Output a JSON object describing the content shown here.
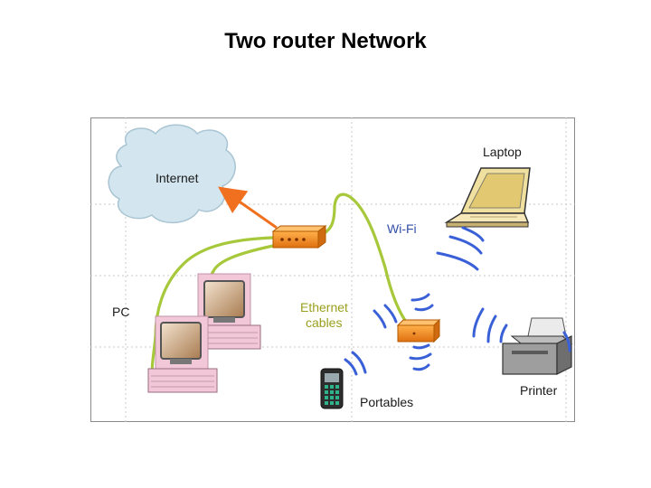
{
  "title": "Two router Network",
  "labels": {
    "internet": "Internet",
    "laptop": "Laptop",
    "wifi": "Wi-Fi",
    "pc": "PC",
    "ethernet_line1": "Ethernet",
    "ethernet_line2": "cables",
    "printer": "Printer",
    "portables": "Portables"
  },
  "colors": {
    "ethernet_cable": "#a6c83a",
    "wifi_signal": "#3a60d8",
    "router": "#f08a1e",
    "internet_link": "#f07020",
    "cloud": "#d3e6ef",
    "laptop": "#f0e0a0",
    "pc": "#f2c8d8"
  },
  "icons": [
    "cloud-icon",
    "router-icon",
    "laptop-icon",
    "pc-icon",
    "printer-icon",
    "portable-device-icon",
    "wifi-signal-icon"
  ]
}
